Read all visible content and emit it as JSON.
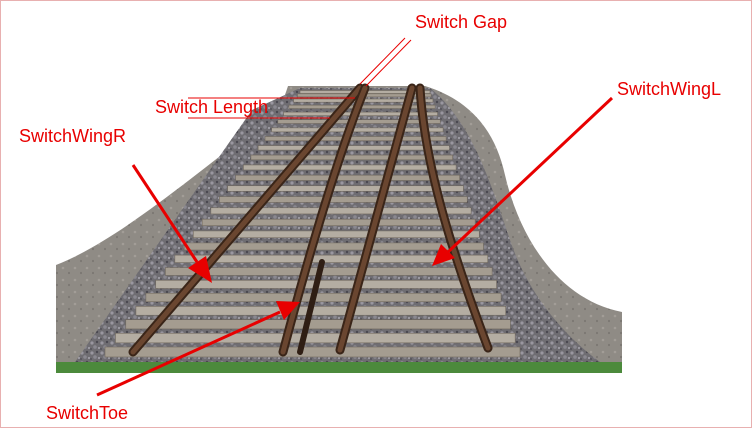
{
  "labels": {
    "switch_gap": "Switch Gap",
    "switch_length": "Switch Length",
    "switch_wing_r": "SwitchWingR",
    "switch_wing_l": "SwitchWingL",
    "switch_toe": "SwitchToe"
  },
  "colors": {
    "annotation": "#e80000",
    "ground": "#8e8a84",
    "ballast": "#6e6c70",
    "sleeper": "#a8a196",
    "rail": "#5a3a26",
    "grass": "#4c8a3c"
  }
}
